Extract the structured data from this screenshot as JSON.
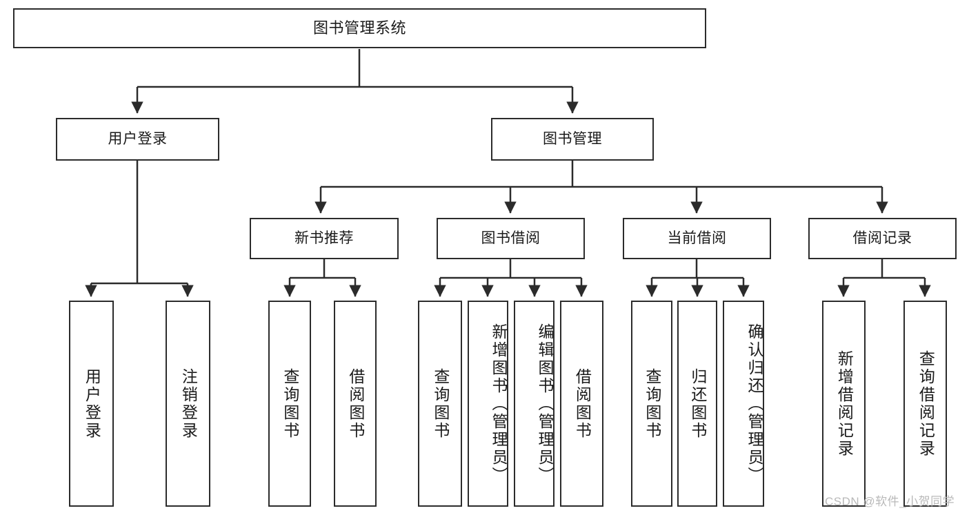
{
  "diagram": {
    "title": "图书管理系统",
    "type": "tree-hierarchy",
    "watermark": "CSDN @软件_小贺同学",
    "colors": {
      "box_border": "#2b2b2b",
      "box_fill": "#ffffff",
      "edge": "#2b2b2b",
      "text": "#1a1a1a",
      "watermark": "#b9b9b9",
      "background": "#ffffff"
    },
    "nodes": {
      "root": {
        "label": "图书管理系统"
      },
      "level2": [
        {
          "id": "user-login",
          "label": "用户登录"
        },
        {
          "id": "book-manage",
          "label": "图书管理"
        }
      ],
      "level3": [
        {
          "id": "new-book-recommend",
          "label": "新书推荐"
        },
        {
          "id": "book-borrow",
          "label": "图书借阅"
        },
        {
          "id": "current-borrow",
          "label": "当前借阅"
        },
        {
          "id": "borrow-record",
          "label": "借阅记录"
        }
      ],
      "leaves": {
        "user_login": [
          {
            "id": "leaf-user-login",
            "label": "用户登录"
          },
          {
            "id": "leaf-user-logout",
            "label": "注销登录"
          }
        ],
        "new_book_recommend": [
          {
            "id": "leaf-query-book-1",
            "label": "查询图书"
          },
          {
            "id": "leaf-borrow-book-1",
            "label": "借阅图书"
          }
        ],
        "book_borrow": [
          {
            "id": "leaf-query-book-2",
            "label": "查询图书"
          },
          {
            "id": "leaf-add-book",
            "label": "新增图书（管理员）"
          },
          {
            "id": "leaf-edit-book",
            "label": "编辑图书（管理员）"
          },
          {
            "id": "leaf-borrow-book-2",
            "label": "借阅图书"
          }
        ],
        "current_borrow": [
          {
            "id": "leaf-query-book-3",
            "label": "查询图书"
          },
          {
            "id": "leaf-return-book",
            "label": "归还图书"
          },
          {
            "id": "leaf-confirm-return",
            "label": "确认归还（管理员）"
          }
        ],
        "borrow_record": [
          {
            "id": "leaf-add-record",
            "label": "新增借阅记录"
          },
          {
            "id": "leaf-query-record",
            "label": "查询借阅记录"
          }
        ]
      }
    }
  }
}
